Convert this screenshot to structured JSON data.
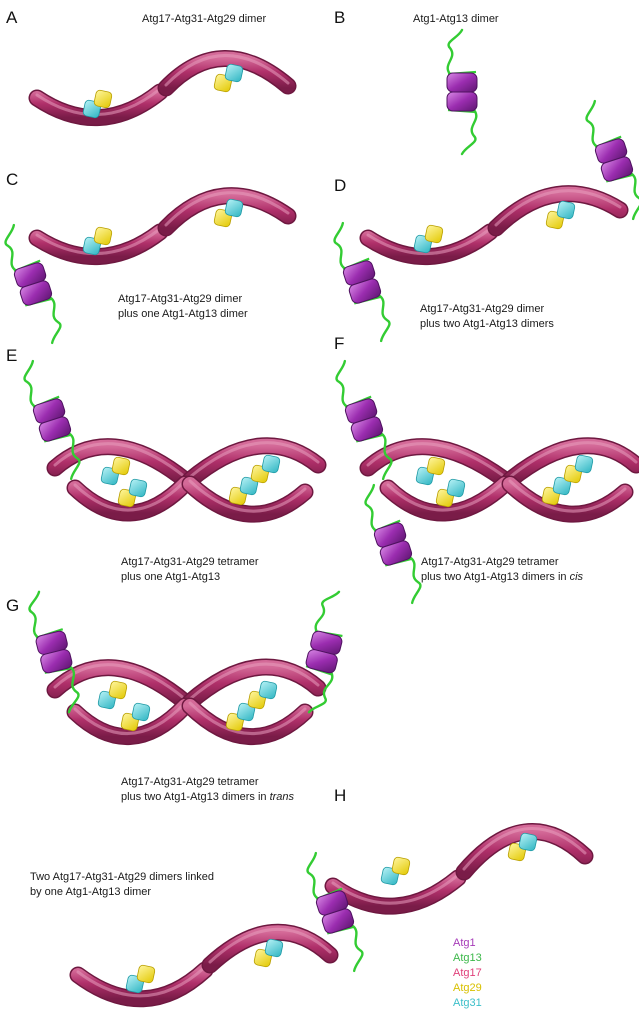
{
  "panels": {
    "A": {
      "letter": "A",
      "caption": "Atg17-Atg31-Atg29 dimer"
    },
    "B": {
      "letter": "B",
      "caption": "Atg1-Atg13 dimer"
    },
    "C": {
      "letter": "C",
      "caption_line1": "Atg17-Atg31-Atg29 dimer",
      "caption_line2": "plus one Atg1-Atg13 dimer"
    },
    "D": {
      "letter": "D",
      "caption_line1": "Atg17-Atg31-Atg29 dimer",
      "caption_line2": "plus two Atg1-Atg13 dimers"
    },
    "E": {
      "letter": "E",
      "caption_line1": "Atg17-Atg31-Atg29 tetramer",
      "caption_line2": "plus one Atg1-Atg13"
    },
    "F": {
      "letter": "F",
      "caption_line1": "Atg17-Atg31-Atg29 tetramer",
      "caption_line2_prefix": "plus two Atg1-Atg13 dimers in ",
      "caption_line2_italic": "cis"
    },
    "G": {
      "letter": "G",
      "caption_line1": "Atg17-Atg31-Atg29 tetramer",
      "caption_line2_prefix": "plus two Atg1-Atg13 dimers in ",
      "caption_line2_italic": "trans"
    },
    "H": {
      "letter": "H",
      "caption_line1": "Two Atg17-Atg31-Atg29 dimers linked",
      "caption_line2": "by one Atg1-Atg13 dimer"
    }
  },
  "legend": [
    {
      "label": "Atg1",
      "color": "#a63ab8"
    },
    {
      "label": "Atg13",
      "color": "#3cb84a"
    },
    {
      "label": "Atg17",
      "color": "#e0407a"
    },
    {
      "label": "Atg29",
      "color": "#d8c000"
    },
    {
      "label": "Atg31",
      "color": "#3bbfc9"
    }
  ],
  "colors": {
    "atg17": "#b0306a",
    "atg1": "#8e2aa0",
    "atg13": "#33cc33",
    "atg29": "#f2df1f",
    "atg31": "#45cdd6"
  }
}
